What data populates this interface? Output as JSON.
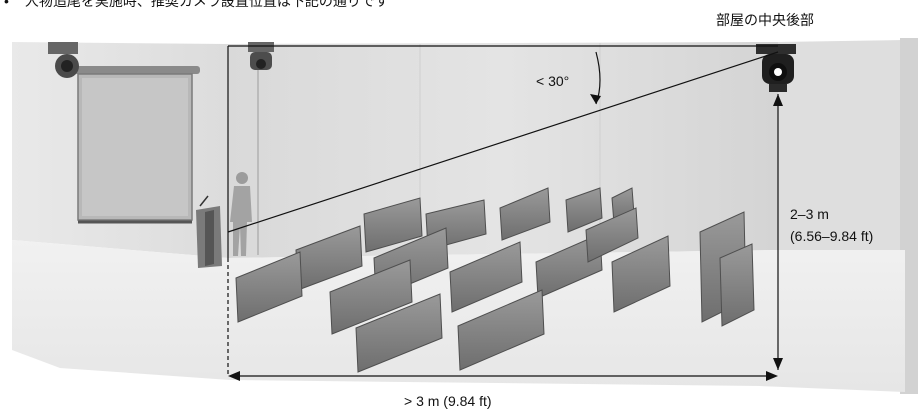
{
  "header": {
    "bullet": "•",
    "text": "人物追尾を実施時、推奨カメラ設置位置は下記の通りです"
  },
  "camera_label": "部屋の中央後部",
  "angle_label": "< 30°",
  "height_label": {
    "line1": "2–3 m",
    "line2": "(6.56–9.84 ft)"
  },
  "width_label": "> 3 m (9.84 ft)"
}
